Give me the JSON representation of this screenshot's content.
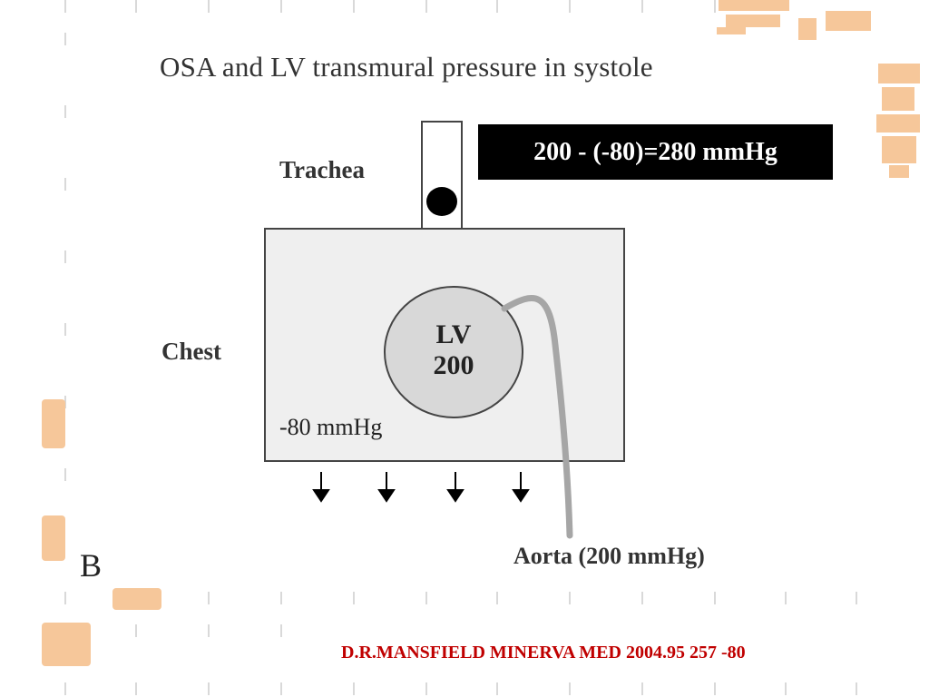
{
  "title": "OSA and LV transmural pressure in systole",
  "formula": "200 - (-80)=280 mmHg",
  "labels": {
    "trachea": "Trachea",
    "chest": "Chest",
    "lv_line1": "LV",
    "lv_line2": "200",
    "intrathoracic_pressure": "-80 mmHg",
    "aorta": "Aorta (200 mmHg)",
    "panel": "B"
  },
  "citation": "D.R.MANSFIELD  MINERVA MED 2004.95 257 -80",
  "colors": {
    "citation": "#c00000",
    "formula_bg": "#000000",
    "chest_fill": "#efefef",
    "lv_fill": "#d8d8d8",
    "aorta_stroke": "#a6a6a6",
    "seal": "#f6c79a"
  }
}
